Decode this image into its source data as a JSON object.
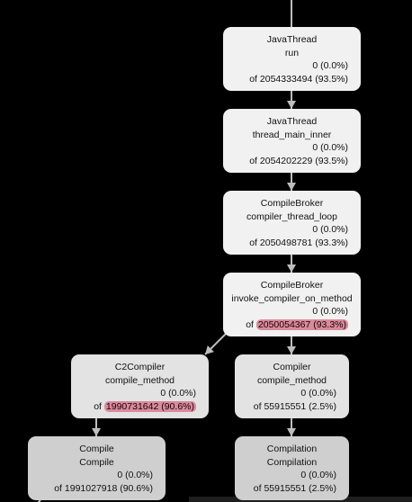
{
  "nodes": [
    {
      "class": "JavaThread",
      "function": "run",
      "self": "0 (0.0%)",
      "total_prefix": "of",
      "total": "2054333494 (93.5%)",
      "highlight": false
    },
    {
      "class": "JavaThread",
      "function": "thread_main_inner",
      "self": "0 (0.0%)",
      "total_prefix": "of",
      "total": "2054202229 (93.5%)",
      "highlight": false
    },
    {
      "class": "CompileBroker",
      "function": "compiler_thread_loop",
      "self": "0 (0.0%)",
      "total_prefix": "of",
      "total": "2050498781 (93.3%)",
      "highlight": false
    },
    {
      "class": "CompileBroker",
      "function": "invoke_compiler_on_method",
      "self": "0 (0.0%)",
      "total_prefix": "of",
      "total": "2050054367 (93.3%)",
      "highlight": true
    },
    {
      "class": "C2Compiler",
      "function": "compile_method",
      "self": "0 (0.0%)",
      "total_prefix": "of",
      "total": "1990731642 (90.6%)",
      "highlight": true
    },
    {
      "class": "Compiler",
      "function": "compile_method",
      "self": "0 (0.0%)",
      "total_prefix": "of",
      "total": "55915551 (2.5%)",
      "highlight": false
    },
    {
      "class": "Compile",
      "function": "Compile",
      "self": "0 (0.0%)",
      "total_prefix": "of",
      "total": "1991027918 (90.6%)",
      "highlight": false
    },
    {
      "class": "Compilation",
      "function": "Compilation",
      "self": "0 (0.0%)",
      "total_prefix": "of",
      "total": "55915551 (2.5%)",
      "highlight": false
    }
  ],
  "colors": {
    "background": "#000000",
    "node_light": "#f1f1f1",
    "node_mid": "#e3e3e3",
    "node_dark": "#cfcfcf",
    "edge": "#bdbdbd",
    "highlight": "#d98a9b"
  }
}
